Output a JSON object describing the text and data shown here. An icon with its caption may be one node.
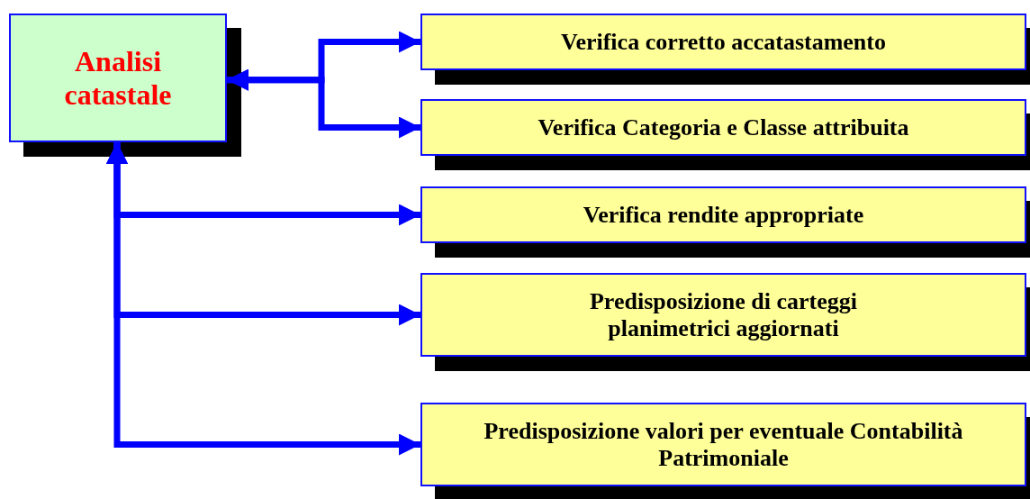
{
  "diagram": {
    "nodes": [
      {
        "text": [
          "Analisi catastale"
        ]
      },
      {
        "text": [
          "Verifica corretto accatastamento"
        ]
      },
      {
        "text": [
          "Verifica Categoria e Classe attribuita"
        ]
      },
      {
        "text": [
          "Verifica rendite appropriate"
        ]
      },
      {
        "text": [
          "Predisposizione di carteggi planimetrici aggiornati"
        ]
      },
      {
        "text": [
          "Predisposizione valori per eventuale Contabilità Patrimoniale"
        ]
      }
    ],
    "edges": [
      {
        "from": 0,
        "to": 1,
        "arrow": "both"
      },
      {
        "from": 0,
        "to": 2,
        "arrow": "both"
      },
      {
        "from": 0,
        "to": 3,
        "arrow": "both"
      },
      {
        "from": 0,
        "to": 4,
        "arrow": "both"
      },
      {
        "from": 0,
        "to": 5,
        "arrow": "both"
      }
    ]
  }
}
